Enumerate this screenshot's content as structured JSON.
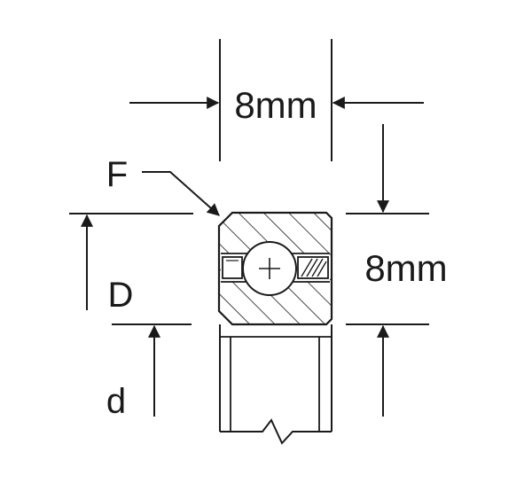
{
  "labels": {
    "width_dim": "8mm",
    "height_dim": "8mm",
    "outer_diameter": "D",
    "inner_diameter": "d",
    "chamfer": "F"
  },
  "colors": {
    "line": "#1a1a1a",
    "background": "#ffffff"
  }
}
